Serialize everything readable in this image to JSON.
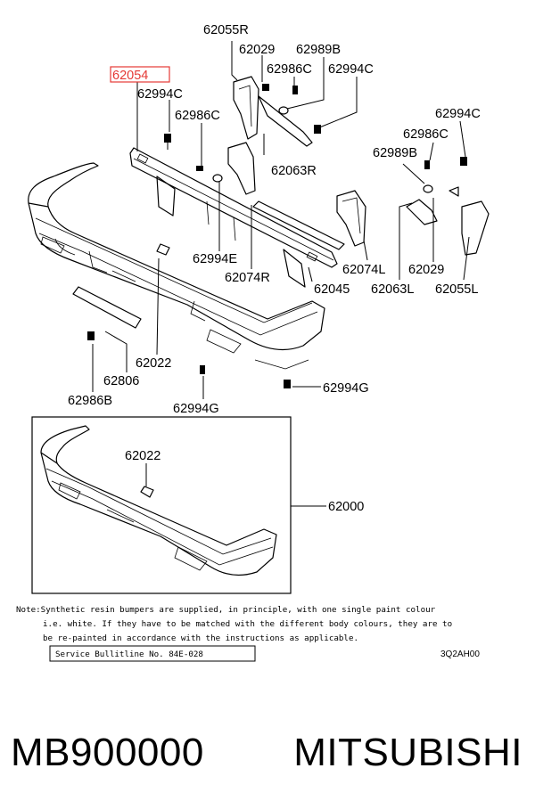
{
  "highlight_color": "#e53935",
  "labels": {
    "l62055R": "62055R",
    "l62054": "62054",
    "l62029a": "62029",
    "l62989Ba": "62989B",
    "l62986Ca": "62986C",
    "l62994Ca": "62994C",
    "l62994Cb": "62994C",
    "l62986Cb": "62986C",
    "l62994Cc": "62994C",
    "l62986Cc": "62986C",
    "l62989Bb": "62989B",
    "l62063R": "62063R",
    "l62994E": "62994E",
    "l62074R": "62074R",
    "l62074L": "62074L",
    "l62029b": "62029",
    "l62045": "62045",
    "l62063L": "62063L",
    "l62055L": "62055L",
    "l62022a": "62022",
    "l62806": "62806",
    "l62986B": "62986B",
    "l62994G": "62994G",
    "l62994Gb": "62994G",
    "l62022b": "62022",
    "l62000": "62000"
  },
  "note": {
    "line1": "Note:Synthetic resin bumpers are supplied, in principle, with one single paint colour",
    "line2": "i.e. white. If they have to be matched with the different body colours, they are to",
    "line3": "be re-painted in accordance with the instructions as applicable.",
    "bulletin": "Service Bullitline No. 84E-028",
    "code": "3Q2AH00"
  },
  "footer": {
    "part_number": "MB900000",
    "brand": "MITSUBISHI"
  }
}
